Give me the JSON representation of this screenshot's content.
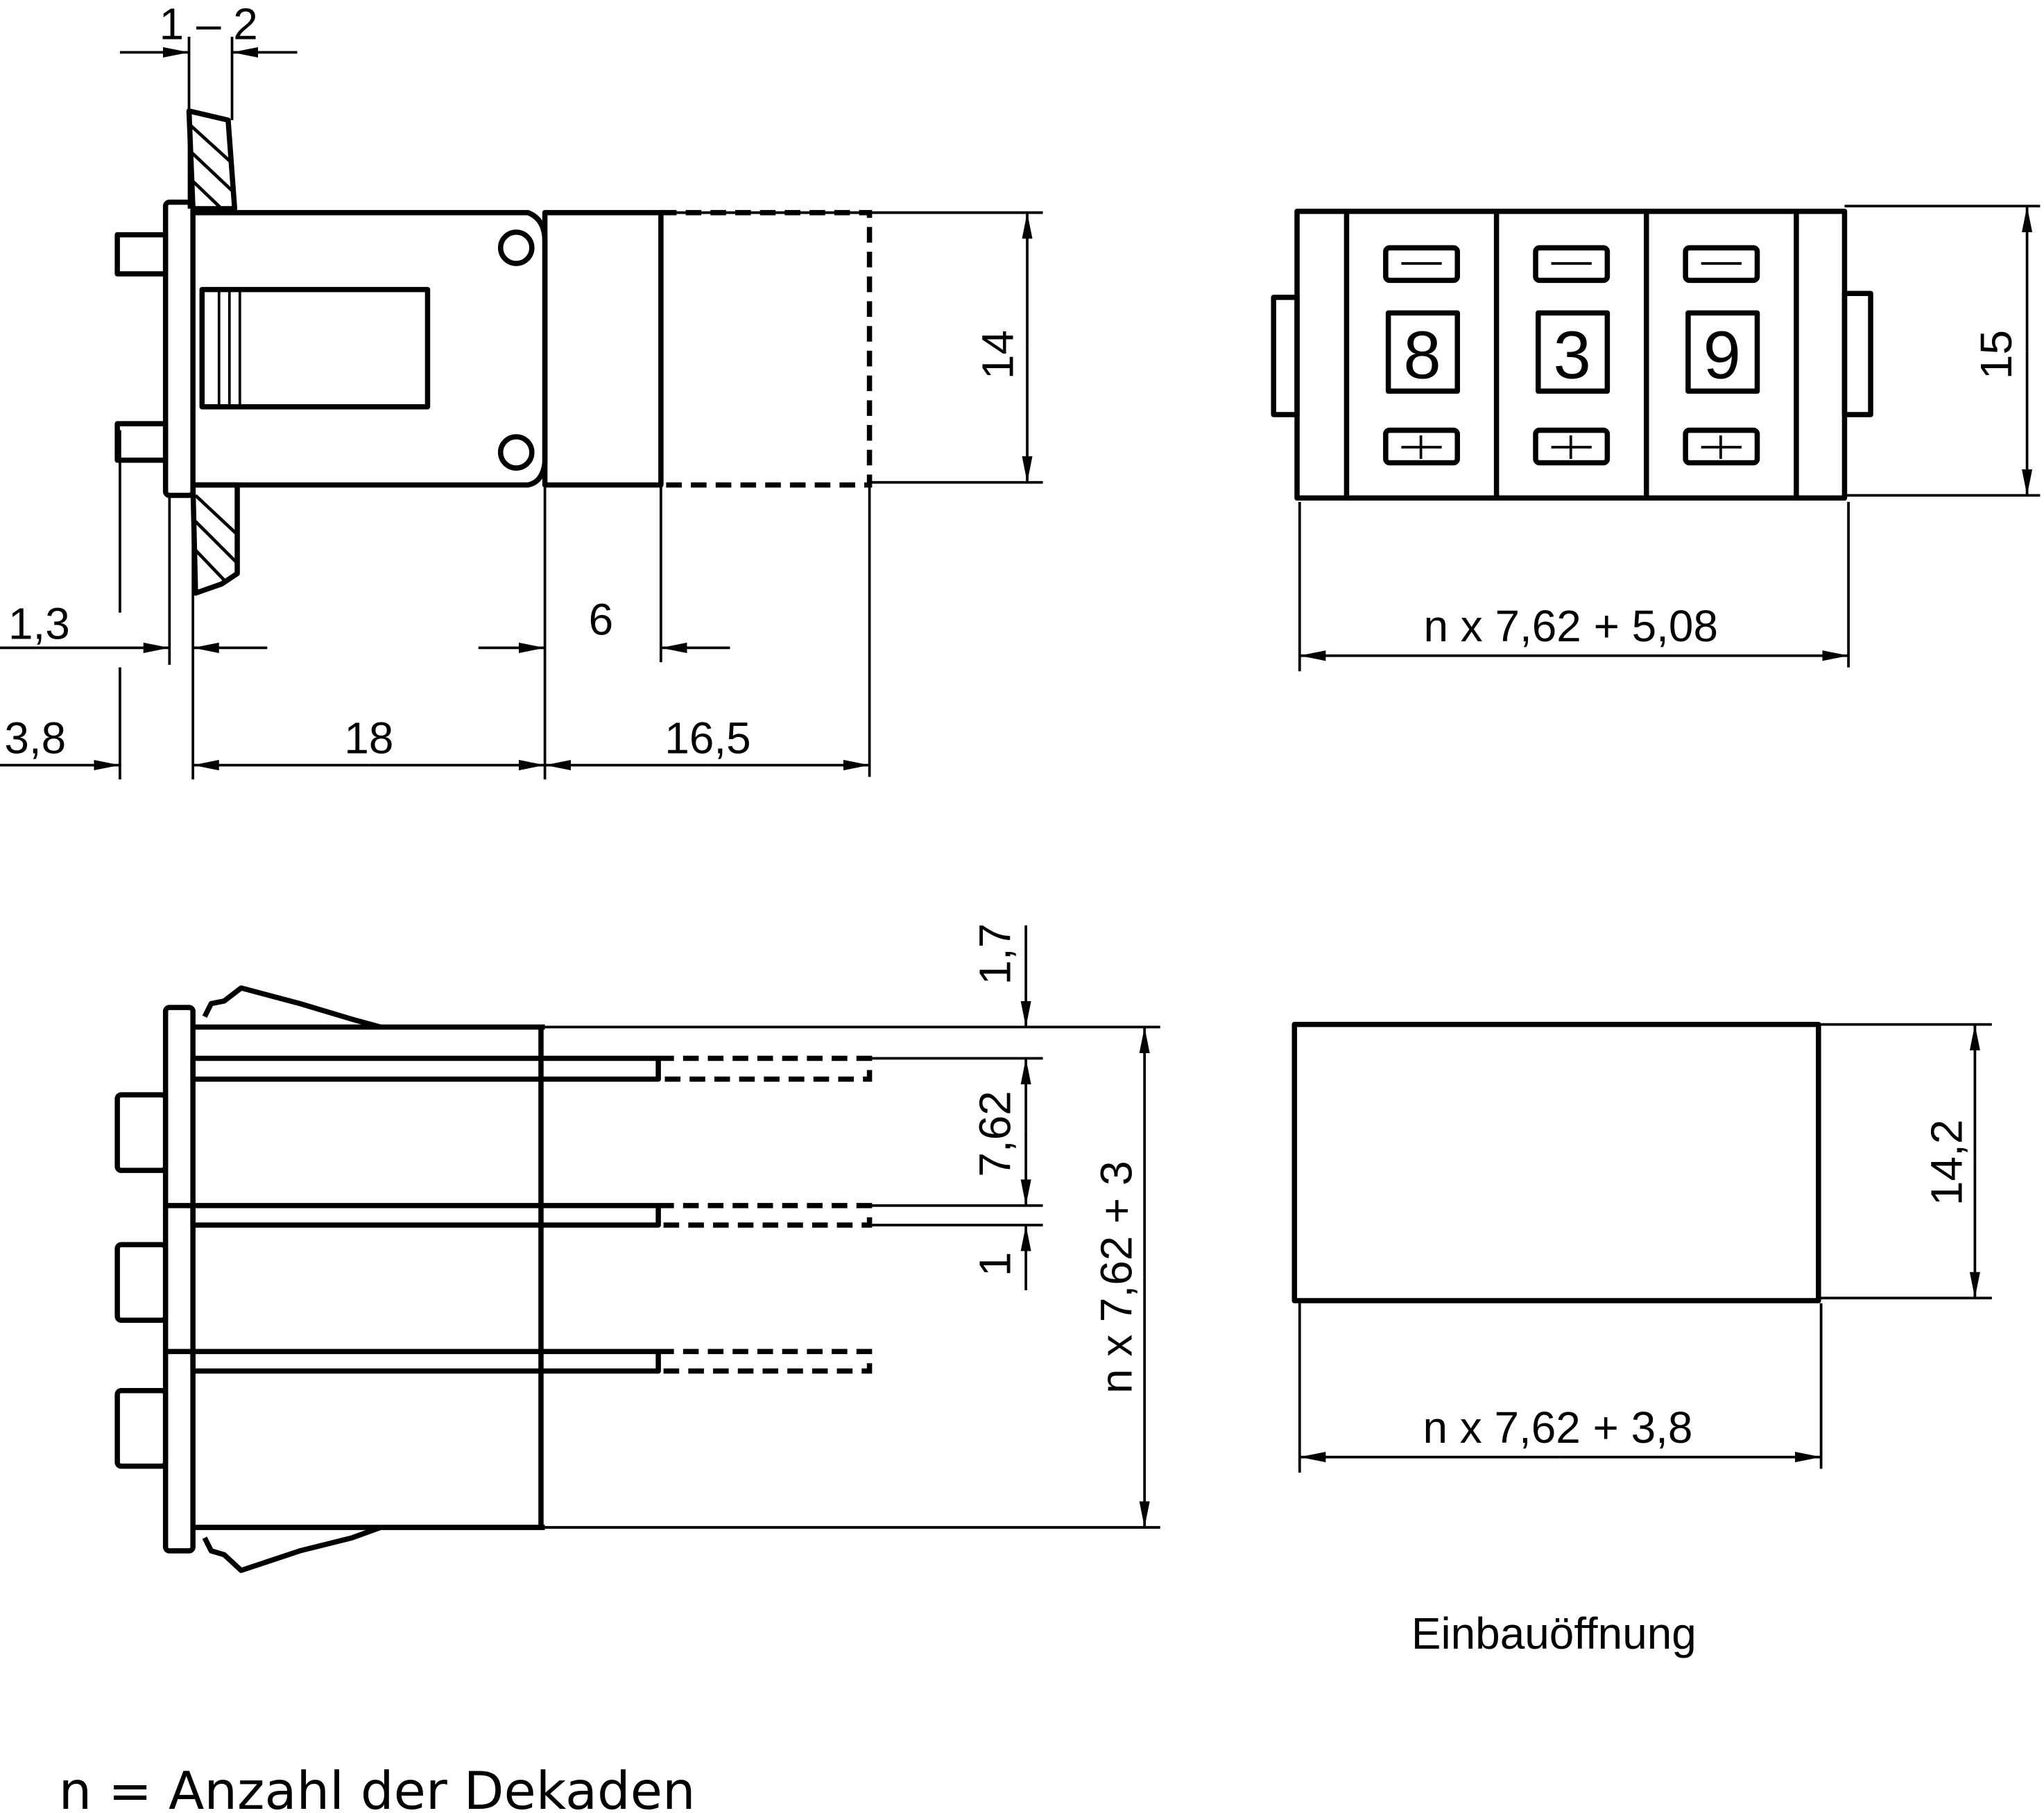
{
  "top_side_view": {
    "dims": {
      "panel_thickness": "1 – 2",
      "height": "14",
      "flange": "1,3",
      "rear": "6",
      "button": "3,8",
      "body": "18",
      "extension": "16,5"
    }
  },
  "front_view": {
    "digits": [
      "8",
      "3",
      "9"
    ],
    "dims": {
      "height": "15",
      "width": "n x 7,62 + 5,08"
    }
  },
  "top_view": {
    "dims": {
      "top_offset": "1,7",
      "pitch": "7,62",
      "pin": "1",
      "total": "n x 7,62 + 3"
    }
  },
  "cutout": {
    "label": "Einbauöffnung",
    "dims": {
      "height": "14,2",
      "width": "n x 7,62 + 3,8"
    }
  },
  "footnote": "n = Anzahl der Dekaden"
}
